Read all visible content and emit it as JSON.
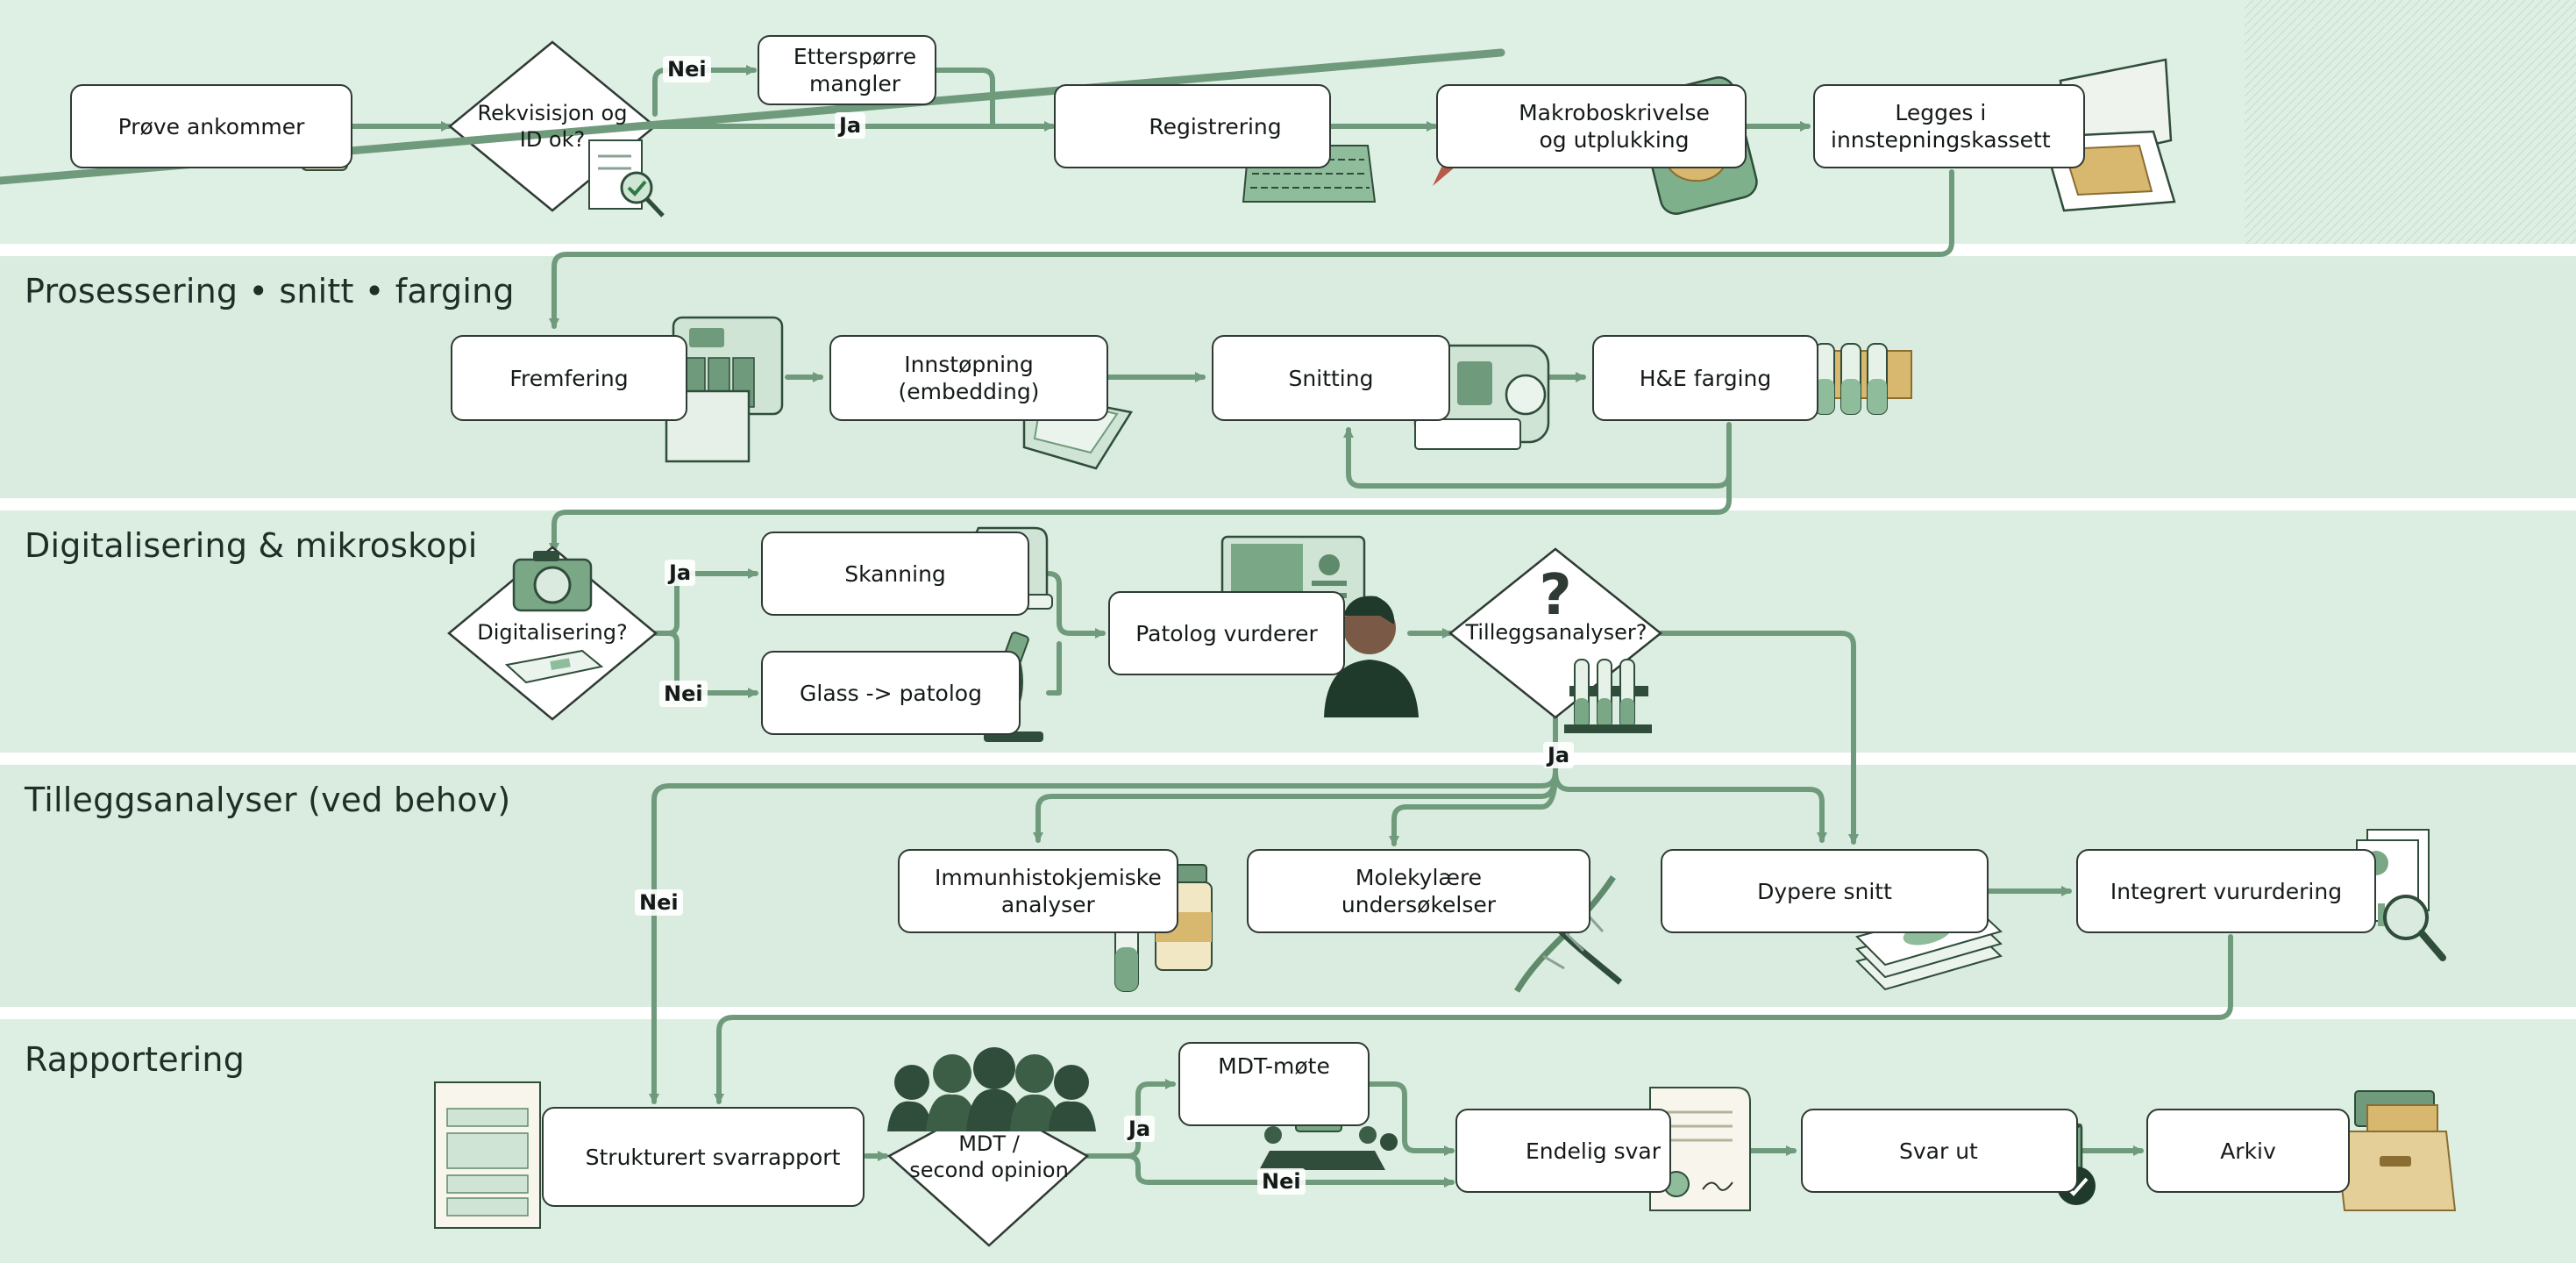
{
  "lanes": [
    "",
    "Prosessering • snitt • farging",
    "Digitalisering & mikroskopi",
    "Tilleggsanalyser (ved behov)",
    "Rapportering"
  ],
  "nodes": {
    "prove_ankommer": "Prøve ankommer",
    "rekvisisjon": "Rekvisisjon og\nID ok?",
    "ettersporre": "Etterspørre\nmangler",
    "registrering": "Registrering",
    "makro": "Makroboskrivelse\nog utplukking",
    "legges": "Legges i\ninnstepningskassett",
    "fremfering": "Fremfering",
    "innstopning": "Innstøpning\n(embedding)",
    "snitting": "Snitting",
    "he_farging": "H&E farging",
    "digitalisering": "Digitalisering?",
    "skanning": "Skanning",
    "glass": "Glass -> patolog",
    "patolog": "Patolog vurderer",
    "tilleggsanalyser": "Tilleggsanalyser?",
    "immunhisto": "Immunhistokjemiske\nanalyser",
    "molekylaere": "Molekylære\nundersøkelser",
    "dypere": "Dypere snitt",
    "integrert": "Integrert vururdering",
    "strukturert": "Strukturert svarrapport",
    "mdt_second": "MDT /\nsecond opinion",
    "mdt_mote": "MDT-møte",
    "endelig": "Endelig svar",
    "svar_ut": "Svar ut",
    "arkiv": "Arkiv"
  },
  "edge_labels": {
    "nei_1": "Nei",
    "ja_1": "Ja",
    "ja_2": "Ja",
    "nei_2": "Nei",
    "ja_3": "Ja",
    "nei_3": "Nei",
    "ja_4": "Ja",
    "nei_4": "Nei"
  },
  "colors": {
    "background": "#dff0e4",
    "separator": "#ffffff",
    "arrow": "#6f9a7c",
    "node_border": "#2f3a34",
    "icon_green": "#7aa886",
    "icon_dark": "#2f4d3a"
  },
  "icons": [
    "specimen-jar-icon",
    "document-check-icon",
    "exclamation-icon",
    "barcode-icon",
    "keyboard-icon",
    "scalpel-icon",
    "tissue-tray-icon",
    "cassette-icon",
    "tissue-processor-icon",
    "embedding-block-icon",
    "microtome-icon",
    "stain-rack-icon",
    "camera-icon",
    "slide-icon",
    "scanner-icon",
    "microscope-icon",
    "monitor-icon",
    "pathologist-icon",
    "question-icon",
    "test-tubes-icon",
    "vial-icon",
    "dna-icon",
    "slides-stack-icon",
    "report-magnifier-icon",
    "report-form-icon",
    "people-group-icon",
    "meeting-icon",
    "certificate-icon",
    "envelope-check-icon",
    "archive-box-icon"
  ]
}
